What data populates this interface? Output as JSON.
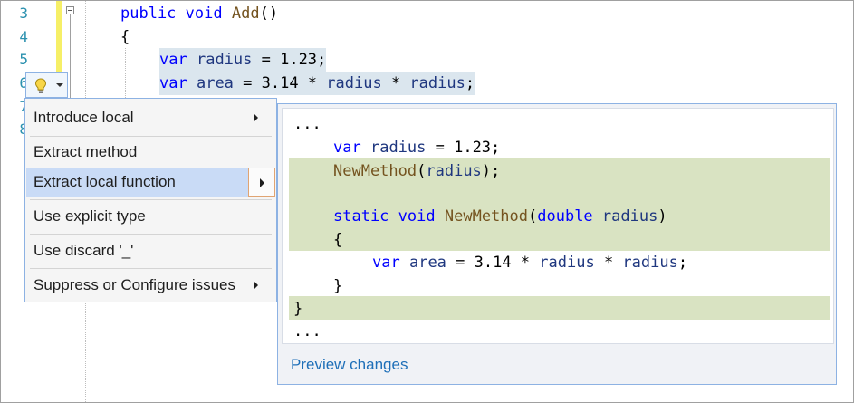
{
  "editor": {
    "line_numbers": [
      "3",
      "4",
      "5",
      "6",
      "7",
      "8"
    ],
    "lines": {
      "l3": {
        "kw1": "public",
        "kw2": "void",
        "fn": "Add",
        "punct": "()"
      },
      "l4": {
        "text": "{"
      },
      "l5": {
        "kw": "var",
        "id": "radius",
        "rest": " = 1.23;"
      },
      "l6": {
        "kw": "var",
        "id1": "area",
        "eq": " = 3.14 * ",
        "id2": "radius",
        "mul": " * ",
        "id3": "radius",
        "end": ";"
      }
    }
  },
  "lightbulb": {
    "icon": "lightbulb-icon",
    "dropdown_icon": "caret-down-icon"
  },
  "menu": {
    "items": [
      "Introduce local",
      "Extract method",
      "Extract local function",
      "Use explicit type",
      "Use discard '_'",
      "Suppress or Configure issues"
    ]
  },
  "preview": {
    "ellipsis_top": "...",
    "p1": {
      "kw": "var",
      "id": "radius",
      "rest": " = 1.23;"
    },
    "p2": {
      "fn": "NewMethod",
      "open": "(",
      "id": "radius",
      "close": ");"
    },
    "p3": {
      "kw1": "static",
      "kw2": "void",
      "fn": "NewMethod",
      "open": "(",
      "kw3": "double",
      "id": "radius",
      "close": ")"
    },
    "p4": {
      "text": "{"
    },
    "p5": {
      "kw": "var",
      "id1": "area",
      "eq": " = 3.14 * ",
      "id2": "radius",
      "mul": " * ",
      "id3": "radius",
      "end": ";"
    },
    "p6": {
      "text": "}"
    },
    "p7": {
      "text": "}"
    },
    "ellipsis_bottom": "...",
    "link": "Preview changes"
  },
  "colors": {
    "keyword": "#0000ff",
    "method": "#74531f",
    "identifier": "#1f377f",
    "line_number": "#2b91af",
    "added_highlight": "#d9e3c2",
    "menu_selection": "#c9dbf6",
    "link": "#1e6fb8"
  }
}
